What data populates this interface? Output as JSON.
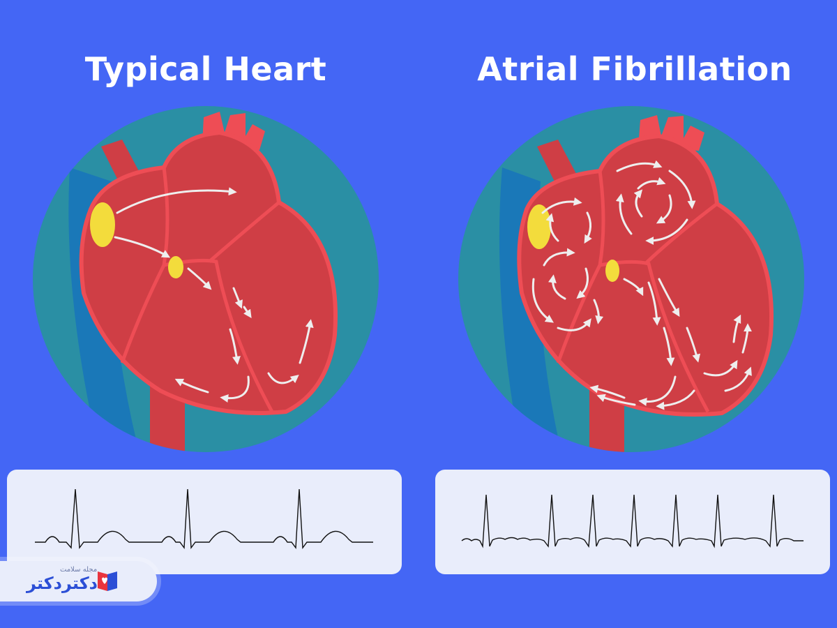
{
  "titles": {
    "left": "Typical Heart",
    "right": "Atrial Fibrillation"
  },
  "logo": {
    "small_text": "مجله سلامت",
    "main_text": "دکتردکتر"
  },
  "colors": {
    "background": "#4466f5",
    "circle": "#2a8fa4",
    "heart": "#cf3e45",
    "heart_outline": "#ee4d55",
    "node": "#f3dc3c",
    "arrow": "#eeeeee",
    "ecg_panel": "#e9edfb"
  }
}
